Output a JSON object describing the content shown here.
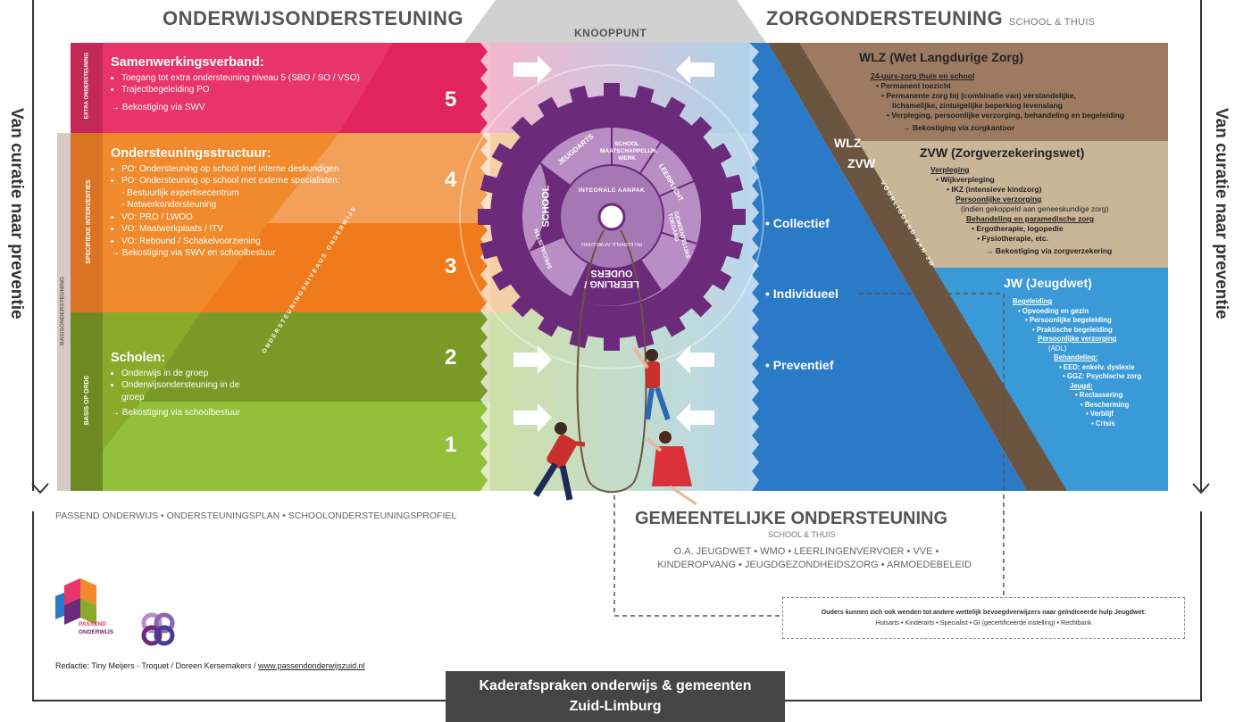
{
  "headers": {
    "onderwijs": "ONDERWIJSONDERSTEUNING",
    "zorg": "ZORGONDERSTEUNING",
    "zorg_sub": "SCHOOL & THUIS",
    "knooppunt": "KNOOPPUNT",
    "side_left": "Van curatie naar preventie",
    "side_right": "Van curatie naar preventie"
  },
  "levels": {
    "l5": {
      "num": "5",
      "tab": "EXTRA ONDERSTEUNING",
      "title": "Samenwerkingsverband:",
      "items": [
        "Toegang tot extra ondersteuning niveau 5 (SBO / SO / VSO)",
        "Trajectbegeleiding PO"
      ],
      "footer": "→ Bekostiging via SWV"
    },
    "l4": {
      "num": "4",
      "title": "Ondersteuningsstructuur:",
      "items": [
        "PO: Ondersteuning op school met interne deskundigen",
        "PO: Ondersteuning op school met externe specialisten:",
        "- Bestuurlijk expertisecentrum",
        "- Netwerkondersteuning",
        "VO: PRO / LWOO",
        "VO: Maatwerkplaats / ITV",
        "VO: Rebound / Schakelvoorziening"
      ],
      "footer": "→ Bekostiging via SWV en schoolbestuur"
    },
    "l3": {
      "num": "3",
      "tab": "SPECIFIEKE INTERVENTIES"
    },
    "l2": {
      "num": "2",
      "title": "Scholen:",
      "items": [
        "Onderwijs in de groep",
        "Onderwijsondersteuning in de groep"
      ],
      "footer": "→ Bekostiging via schoolbestuur"
    },
    "l1": {
      "num": "1",
      "tab": "BASIS OP ORDE"
    },
    "basis_tab": "BASISONDERSTEUNING",
    "diag_label": "ONDERSTEUNINGSNIVEAUS ONDERWIJS"
  },
  "gear": {
    "center": "INTEGRALE AANPAK",
    "segments": [
      "SCHOOL",
      "JEUGDARTS",
      "SCHOOL MAATSCHAPPELIJK WERK",
      "LEERPLICHT",
      "GEMEENTELIJKE TOEGANG",
      "LEERLING / OUDERS",
      "SPECIALISTEN",
      "INTEGRALE AFWEGING",
      "INTEGRALE AANPAK"
    ]
  },
  "care": {
    "wlz_title": "WLZ (Wet Langdurige Zorg)",
    "wlz_lines": [
      "24-uurs-zorg thuis en school",
      "• Permanent toezicht",
      "• Permanente zorg bij (combinatie van) verstandelijke,",
      "lichamelijke, zintuigelijke beperking levenslang",
      "• Verpleging, persoonlijke verzorging, behandeling en begeleiding",
      "→ Bekostiging via zorgkantoor"
    ],
    "zvw_title": "ZVW (Zorgverzekeringswet)",
    "zvw_lines": [
      "Verpleging",
      "• Wijkverpleging",
      "• IKZ (intensieve kindzorg)",
      "Persoonlijke verzorging",
      "(indien gekoppeld aan geneeskundige zorg)",
      "Behandeling en paramedische zorg",
      "• Ergotherapie, logopedie",
      "• Fysiotherapie, etc.",
      "→ Bekostiging via zorgverzekering"
    ],
    "jw_title": "JW (Jeugdwet)",
    "jw_lines": [
      "Begeleiding",
      "• Opvoeding en gezin",
      "• Persoonlijke begeleiding",
      "• Praktische begeleiding",
      "Persoonlijke verzorging",
      "(ADL)",
      "Behandeling:",
      "• EED: enkelv. dyslexie",
      "• GGZ: Psychische zorg",
      "Jeugd:",
      "• Reclassering",
      "• Bescherming",
      "• Verblijf",
      "• Crisis"
    ],
    "wlz_tag": "WLZ",
    "zvw_tag": "ZVW",
    "diag_label": "VOORLIGGEND AAN JW",
    "bullets": [
      "• Collectief",
      "• Individueel",
      "• Preventief"
    ]
  },
  "footer": {
    "passend_line": "PASSEND ONDERWIJS • ONDERSTEUNINGSPLAN • SCHOOLONDERSTEUNINGSPROFIEL",
    "gemeente_title": "GEMEENTELIJKE ONDERSTEUNING",
    "gemeente_sub": "SCHOOL & THUIS",
    "gemeente_line1": "O.A. JEUGDWET • WMO • LEERLINGENVERVOER • VVE •",
    "gemeente_line2": "KINDEROPVANG • JEUGDGEZONDHEIDSZORG • ARMOEDEBELEID",
    "note_line1": "Ouders kunnen zich ook wenden tot andere wettelijk bevoegdverwijzers naar geïndiceerde hulp Jeugdwet:",
    "note_line2": "Huisarts • Kinderarts • Specialist • GI (gecertificeerde instelling) • Rechtbank",
    "logo_text1": "PASSEND",
    "logo_text2": "ONDERWIJS",
    "redactie": "Redactie: Tiny Meijers - Troquet / Doreen Kersemakers / ",
    "redactie_link": "www.passendonderwijszuid.nl",
    "bar_line1": "Kaderafspraken onderwijs & gemeenten",
    "bar_line2": "Zuid-Limburg"
  },
  "colors": {
    "l5": "#e8336b",
    "l45": "#f08a2c",
    "l12": "#8aaa2a",
    "gear": "#6b2a7a",
    "blue": "#2a7ac8",
    "wlz": "#9d7b62",
    "zvw": "#c9b597",
    "jw": "#3a9ad8"
  }
}
